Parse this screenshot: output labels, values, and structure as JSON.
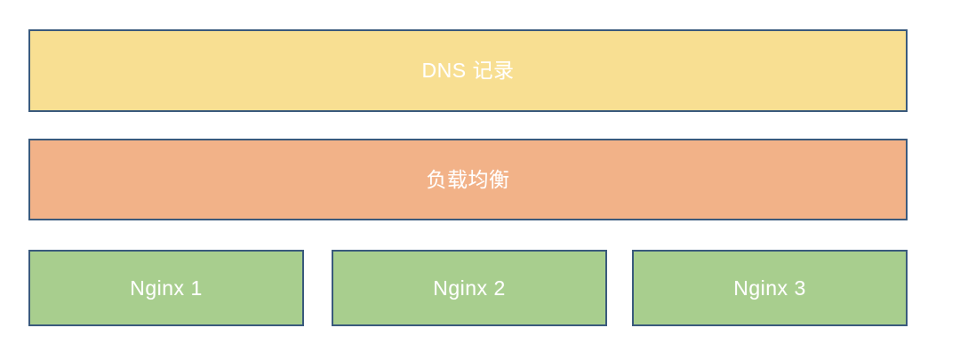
{
  "diagram": {
    "type": "layered-architecture",
    "background_color": "#ffffff",
    "border_color": "#3a5a7d",
    "text_color": "#ffffff",
    "tiers": [
      {
        "id": "dns",
        "label": "DNS 记录",
        "fill_color": "#f8df92"
      },
      {
        "id": "load-balancer",
        "label": "负载均衡",
        "fill_color": "#f2b288"
      },
      {
        "id": "web-servers",
        "fill_color": "#a8ce8e",
        "nodes": [
          {
            "id": "nginx-1",
            "label": "Nginx 1"
          },
          {
            "id": "nginx-2",
            "label": "Nginx 2"
          },
          {
            "id": "nginx-3",
            "label": "Nginx 3"
          }
        ]
      }
    ]
  }
}
